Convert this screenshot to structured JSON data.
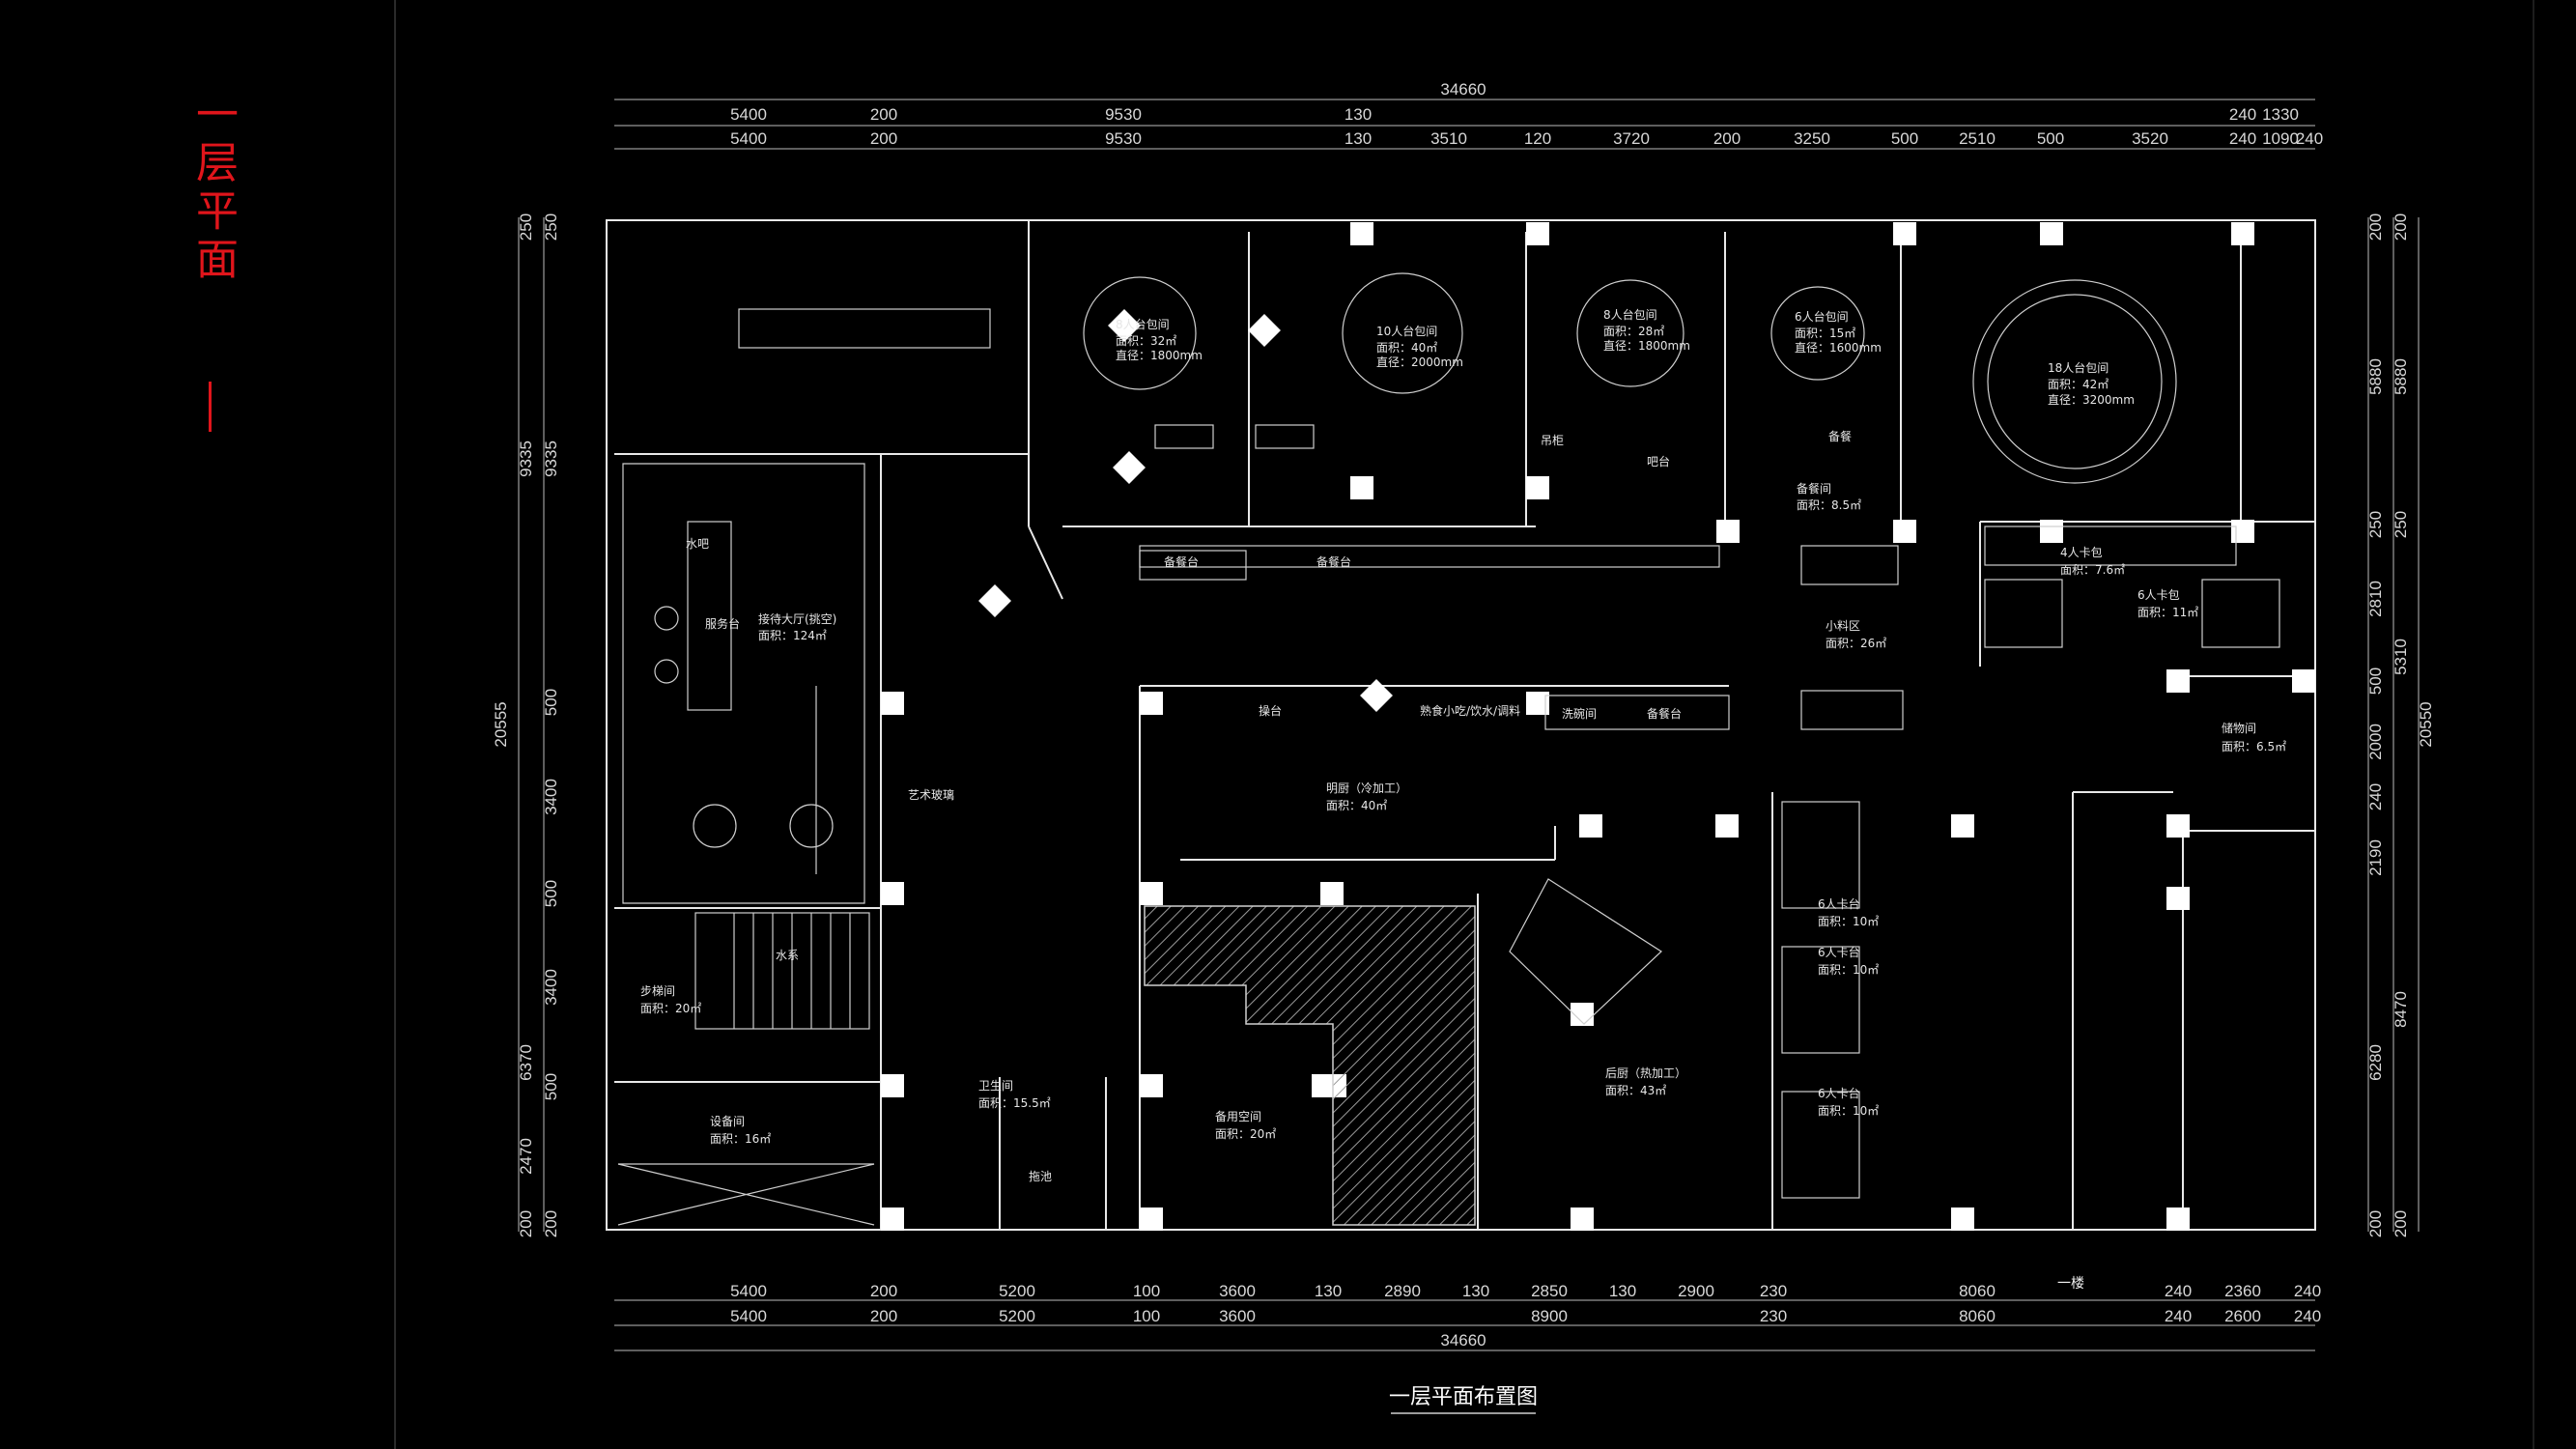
{
  "sidebar": {
    "title": "一层平面",
    "accent_color": "#e0151b"
  },
  "drawing": {
    "caption": "一层平面布置图",
    "floor_tag": "一楼",
    "background": "#000000",
    "line_color": "#e8e8e8"
  },
  "dims": {
    "top_total": "34660",
    "top1": [
      "5400",
      "200",
      "9530",
      "130",
      "240",
      "1330"
    ],
    "top2": [
      "5400",
      "200",
      "9530",
      "130",
      "3510",
      "120",
      "3720",
      "200",
      "3250",
      "500",
      "2510",
      "500",
      "3520",
      "240",
      "1090",
      "240"
    ],
    "bottom1": [
      "5400",
      "200",
      "5200",
      "100",
      "3600",
      "130",
      "2890",
      "130",
      "2850",
      "130",
      "2900",
      "230",
      "8060",
      "240",
      "2360",
      "240"
    ],
    "bottom2": [
      "5400",
      "200",
      "5200",
      "100",
      "3600",
      "8900",
      "230",
      "8060",
      "240",
      "2600",
      "240"
    ],
    "bottom_total": "34660",
    "left_outer": [
      "9335",
      "20555",
      "6370"
    ],
    "left_inner": [
      "250",
      "250",
      "9335",
      "500",
      "3400",
      "500",
      "3400",
      "500",
      "2470",
      "200",
      "200"
    ],
    "right_outer": [
      "200",
      "5880",
      "250",
      "5310",
      "20550",
      "8470"
    ],
    "right_inner": [
      "200",
      "5880",
      "250",
      "2810",
      "500",
      "2000",
      "240",
      "2190",
      "6280",
      "200",
      "200"
    ]
  },
  "rooms": [
    {
      "name": "8人台包间",
      "area": "面积：32㎡",
      "note": "直径：1800mm"
    },
    {
      "name": "10人台包间",
      "area": "面积：40㎡",
      "note": "直径：2000mm"
    },
    {
      "name": "8人台包间",
      "area": "面积：28㎡",
      "note": "直径：1800mm"
    },
    {
      "name": "6人台包间",
      "area": "面积：15㎡",
      "note": "直径：1600mm"
    },
    {
      "name": "18人台包间",
      "area": "面积：42㎡",
      "note": "直径：3200mm"
    },
    {
      "name": "接待大厅(挑空)",
      "area": "面积：124㎡"
    },
    {
      "name": "备餐间",
      "area": "面积：8.5㎡"
    },
    {
      "name": "4人卡包",
      "area": "面积：7.6㎡"
    },
    {
      "name": "6人卡包",
      "area": "面积：11㎡"
    },
    {
      "name": "小料区",
      "area": "面积：26㎡"
    },
    {
      "name": "储物间",
      "area": "面积：6.5㎡"
    },
    {
      "name": "明厨（冷加工）",
      "area": "面积：40㎡"
    },
    {
      "name": "6人卡台",
      "area": "面积：10㎡"
    },
    {
      "name": "6人卡台",
      "area": "面积：10㎡"
    },
    {
      "name": "6人卡台",
      "area": "面积：10㎡"
    },
    {
      "name": "步梯间",
      "area": "面积：20㎡"
    },
    {
      "name": "卫生间",
      "area": "面积：15.5㎡"
    },
    {
      "name": "备用空间",
      "area": "面积：20㎡"
    },
    {
      "name": "后厨（热加工）",
      "area": "面积：43㎡"
    },
    {
      "name": "设备间",
      "area": "面积：16㎡"
    }
  ],
  "labels": {
    "art_glass": "艺术玻璃",
    "water_bar": "水吧",
    "service_desk": "服务台",
    "water_system": "水系",
    "prep_table": "备餐台",
    "dishwash": "洗碗间",
    "prep_table2": "备餐台",
    "fryer": "操台",
    "stall": "熟食小吃/饮水/调料",
    "side_table": "备餐台",
    "cabinet": "吊柜",
    "counter": "吧台",
    "aux": "备餐",
    "sink": "拖池"
  }
}
